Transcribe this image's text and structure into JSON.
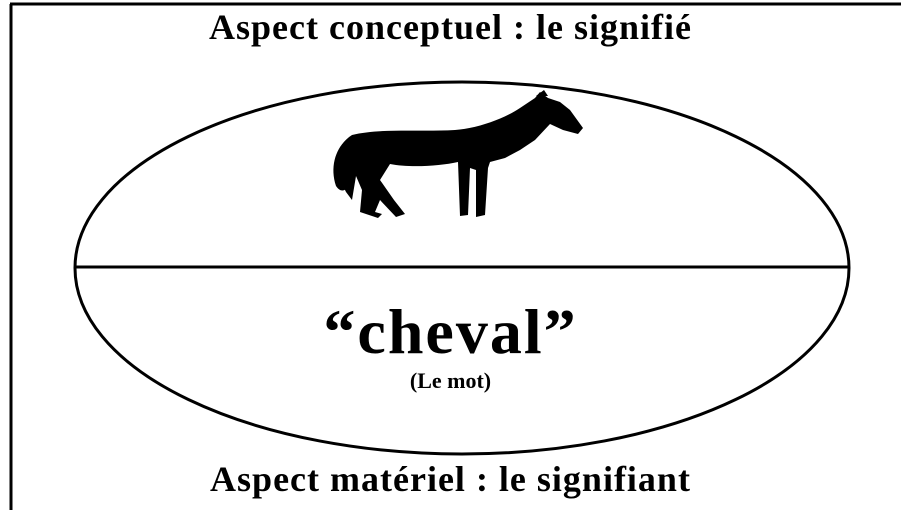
{
  "signified": {
    "caption": "Aspect conceptuel : le signifié",
    "image_icon": "horse-icon"
  },
  "signifier": {
    "word": "“cheval”",
    "word_note": "(Le mot)",
    "caption": "Aspect matériel : le signifiant"
  },
  "colors": {
    "ink": "#000000",
    "background": "#ffffff"
  }
}
